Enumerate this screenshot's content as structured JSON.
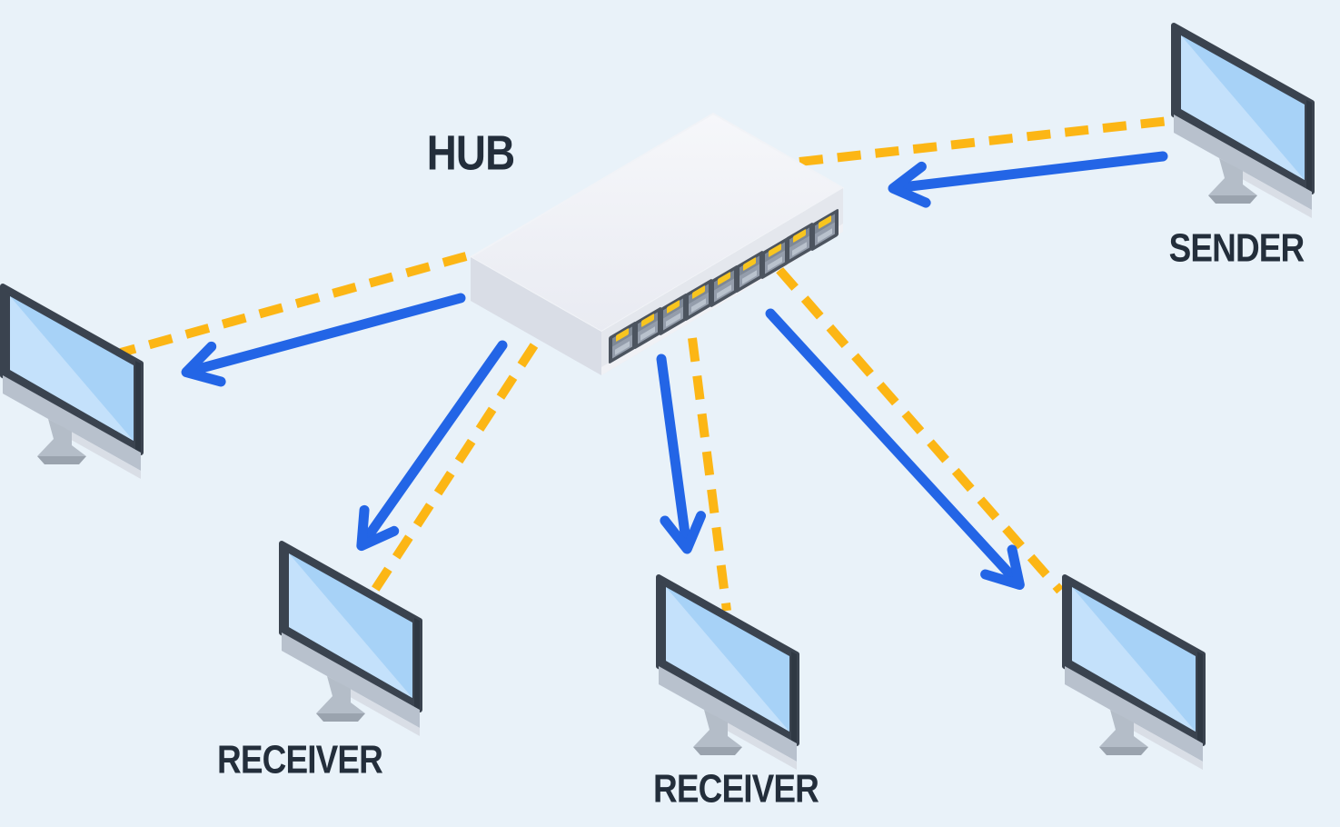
{
  "diagram": {
    "title": "Hub broadcast network diagram",
    "background_color": "#e9f2f9",
    "hub": {
      "label": "HUB",
      "port_count": 9
    },
    "nodes": [
      {
        "id": "sender",
        "label": "SENDER",
        "role": "sender",
        "position": "top-right"
      },
      {
        "id": "computer-left",
        "label": "",
        "role": "receiver",
        "position": "left"
      },
      {
        "id": "receiver-bottom-left",
        "label": "RECEIVER",
        "role": "receiver",
        "position": "bottom-left"
      },
      {
        "id": "receiver-bottom-center",
        "label": "RECEIVER",
        "role": "receiver",
        "position": "bottom-center"
      },
      {
        "id": "computer-bottom-right",
        "label": "",
        "role": "receiver",
        "position": "bottom-right"
      }
    ],
    "cables": [
      {
        "from": "hub",
        "to": "sender",
        "style": "dashed-yellow"
      },
      {
        "from": "hub",
        "to": "computer-left",
        "style": "dashed-yellow"
      },
      {
        "from": "hub",
        "to": "receiver-bottom-left",
        "style": "dashed-yellow"
      },
      {
        "from": "hub",
        "to": "receiver-bottom-center",
        "style": "dashed-yellow"
      },
      {
        "from": "hub",
        "to": "computer-bottom-right",
        "style": "dashed-yellow"
      }
    ],
    "flows": [
      {
        "from": "sender",
        "to": "hub",
        "style": "solid-blue-arrow"
      },
      {
        "from": "hub",
        "to": "computer-left",
        "style": "solid-blue-arrow"
      },
      {
        "from": "hub",
        "to": "receiver-bottom-left",
        "style": "solid-blue-arrow"
      },
      {
        "from": "hub",
        "to": "receiver-bottom-center",
        "style": "solid-blue-arrow"
      },
      {
        "from": "hub",
        "to": "computer-bottom-right",
        "style": "solid-blue-arrow"
      }
    ],
    "colors": {
      "arrow_blue": "#2365e6",
      "cable_yellow": "#fcb615",
      "label_text": "#232e3b",
      "monitor_screen": "#a7d2f7",
      "monitor_bezel": "#3a434f",
      "hub_body": "#eef0f5"
    }
  }
}
